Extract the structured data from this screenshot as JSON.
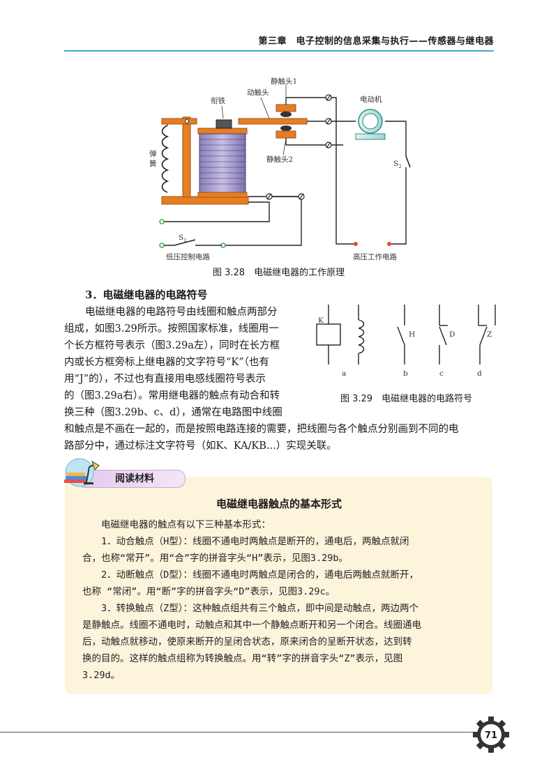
{
  "header": {
    "title": "第三章　电子控制的信息采集与执行——传感器与继电器"
  },
  "figure_328": {
    "labels": {
      "static_contact_1": "静触头1",
      "moving_contact": "动触头",
      "armature": "衔铁",
      "motor": "电动机",
      "spring_1": "弹",
      "spring_2": "簧",
      "static_contact_2": "静触头2",
      "s2": "S",
      "s2_sub": "2",
      "s1": "S",
      "s1_sub": "1",
      "low_voltage": "低压控制电路",
      "high_voltage": "高压工作电路"
    },
    "caption": "图 3.28　电磁继电器的工作原理"
  },
  "section": {
    "title": "3．电磁继电器的电路符号",
    "paragraph_lines": [
      "电磁继电器的电路符号由线圈和触点两部分",
      "组成，如图3.29所示。按照国家标准，线圈用一",
      "个长方框符号表示（图3.29a左），同时在长方框",
      "内或长方框旁标上继电器的文字符号“K”（也有",
      "用“J”的），不过也有直接用电感线圈符号表示",
      "的（图3.29a右）。常用继电器的触点有动合和转",
      "换三种（图3.29b、c、d），通常在电路图中线圈"
    ],
    "full_lines": [
      "和触点是不画在一起的，而是按照电路连接的需要，把线圈与各个触点分别画到不同的电",
      "路部分中，通过标注文字符号（如K、KA/KB...）实现关联。"
    ]
  },
  "figure_329": {
    "symbol_k": "K",
    "symbol_h": "H",
    "symbol_d": "D",
    "symbol_z": "Z",
    "label_a": "a",
    "label_b": "b",
    "label_c": "c",
    "label_d": "d",
    "caption": "图 3.29　电磁继电器的电路符号"
  },
  "reading": {
    "tab_label": "阅读材料",
    "title": "电磁继电器触点的基本形式",
    "lines": [
      "　　电磁继电器的触点有以下三种基本形式：",
      "　　1．动合触点（H型）：线圈不通电时两触点是断开的，通电后，两触点就闭",
      "合，也称“常开”。用“合”字的拼音字头“H”表示，见图3.29b。",
      "　　2．动断触点（D型）：线圈不通电时两触点是闭合的，通电后两触点就断开，",
      "也称 “常闭”。用“断”字的拼音字头“D”表示，见图3.29c。",
      "　　3．转换触点（Z型）：这种触点组共有三个触点，即中间是动触点，两边两个",
      "是静触点。线圈不通电时，动触点和其中一个静触点断开和另一个闭合。线圈通电",
      "后，动触点就移动，使原来断开的呈闭合状态，原来闭合的呈断开状态，达到转",
      "换的目的。这样的触点组称为转换触点。用“转”字的拼音字头“Z”表示，见图",
      "3.29d。"
    ]
  },
  "footer": {
    "page_number": "71"
  }
}
